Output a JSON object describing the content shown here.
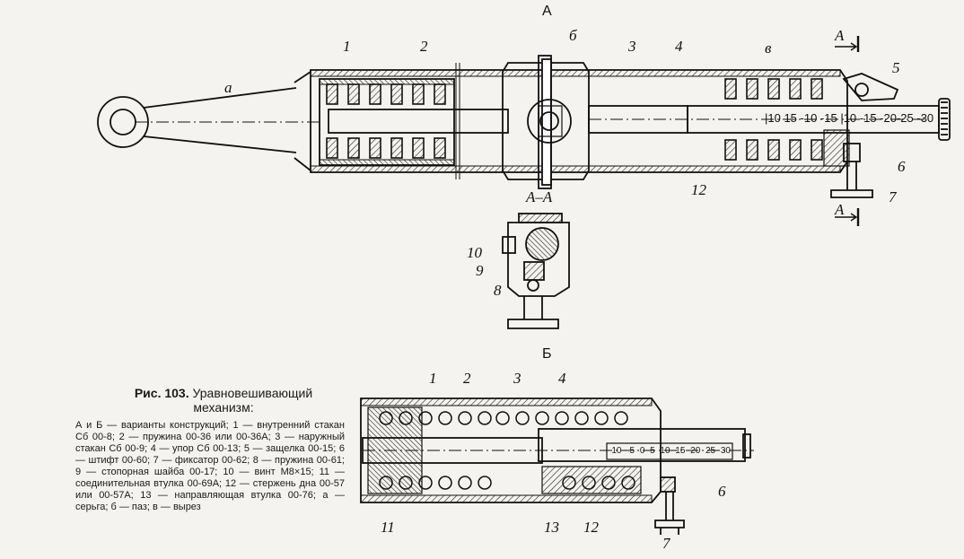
{
  "view_a_title": "А",
  "view_b_title": "Б",
  "section_title": "А–А",
  "section_mark_top": "А",
  "section_mark_bottom": "А",
  "labels_a": {
    "a": "а",
    "n1": "1",
    "n2": "2",
    "b": "б",
    "n3": "3",
    "n4": "4",
    "v": "в",
    "n5": "5",
    "n6": "6",
    "n7": "7",
    "n12": "12"
  },
  "labels_section": {
    "n10": "10",
    "n9": "9",
    "n8": "8"
  },
  "labels_b": {
    "n1": "1",
    "n2": "2",
    "n3": "3",
    "n4": "4",
    "n6": "6",
    "n7": "7",
    "n11": "11",
    "n12": "12",
    "n13": "13"
  },
  "scale_a": [
    "10",
    "15",
    "10",
    "15",
    "10",
    "15",
    "20",
    "25",
    "30"
  ],
  "scale_a_text": "|10 15 -10 -15 |10 -15 -20-25 -30",
  "scale_b": [
    "-10",
    "-5",
    "0",
    "5",
    "10",
    "15",
    "20",
    "25",
    "30"
  ],
  "caption": {
    "fig": "Рис. 103.",
    "title_line1": "Уравновешивающий",
    "title_line2": "механизм:",
    "body": "А и Б — варианты конструкций; 1 — внутренний стакан Сб 00-8; 2 — пружина 00-36 или 00-36А; 3 — наружный стакан Сб 00-9; 4 — упор Сб 00-13; 5 — защелка 00-15; 6 — штифт 00-60; 7 — фиксатор 00-62; 8 — пружина 00-61; 9 — стопорная шайба 00-17; 10 — винт М8×15; 11 — соединительная втулка 00-69А; 12 — стержень дна 00-57 или 00-57А; 13 — направляющая втулка 00-76; а — серьга; б — паз; в — вырез"
  }
}
